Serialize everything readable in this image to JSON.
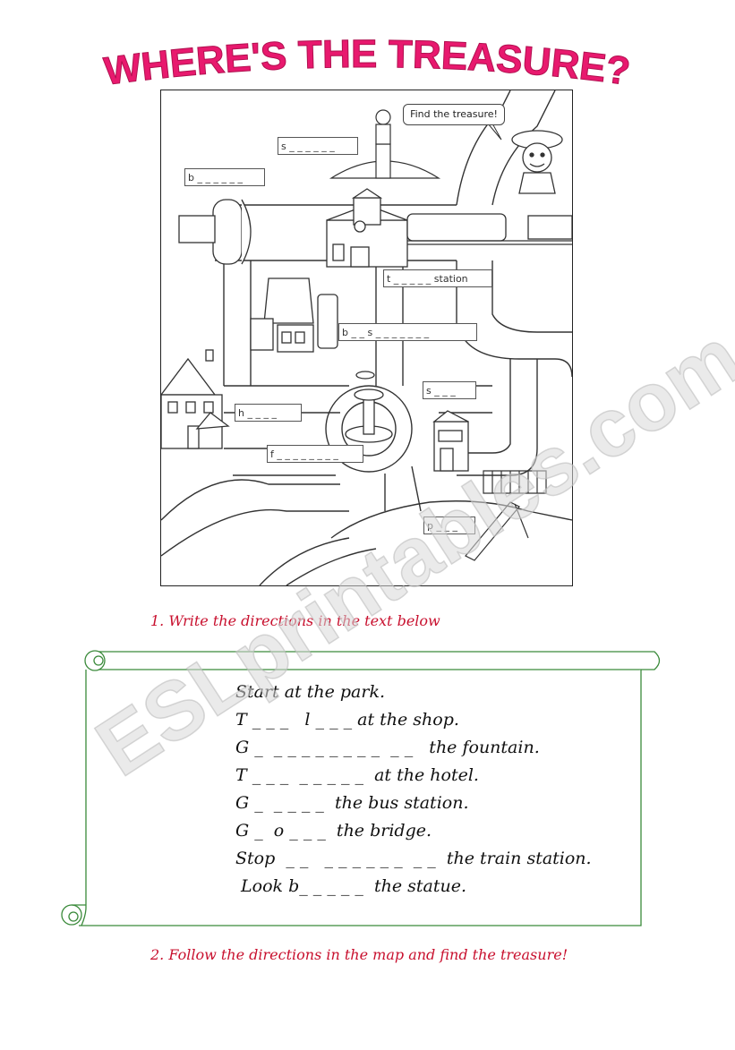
{
  "title": "WHERE'S THE TREASURE?",
  "map": {
    "speech_bubble": "Find the treasure!",
    "labels": [
      {
        "id": "statue",
        "text": "s _ _ _ _ _ _"
      },
      {
        "id": "bridge",
        "text": "b _ _ _ _ _ _"
      },
      {
        "id": "train-station",
        "text": "t _ _ _ _ _   station"
      },
      {
        "id": "bus-station",
        "text": "b _ _   s _ _ _ _ _ _ _"
      },
      {
        "id": "shop",
        "text": "s _ _ _"
      },
      {
        "id": "hotel",
        "text": "h _ _ _ _"
      },
      {
        "id": "fountain",
        "text": "f _ _ _ _ _ _ _ _"
      },
      {
        "id": "park",
        "text": "p _ _ _"
      }
    ]
  },
  "instructions": {
    "step1": "1. Write the directions in the text below",
    "step2": "2. Follow the directions in the map and find the treasure!"
  },
  "directions": [
    "Start at the park.",
    "T _ _ _   l _ _ _ at the shop.",
    "G _  _ _ _ _ _ _ _ _  _ _   the fountain.",
    "T _ _ _  _ _ _ _ _  at the hotel.",
    "G _  _ _ _ _  the bus station.",
    "G _  o _ _ _  the bridge.",
    "Stop  _ _   _ _ _ _ _ _  _ _  the train station.",
    " Look b_ _ _ _ _  the statue."
  ],
  "watermark": "ESLprintables.com",
  "colors": {
    "title": "#e8196e",
    "instructions": "#c8102e",
    "scroll_border": "#3a8a3a",
    "watermark": "#d8d8d8"
  }
}
